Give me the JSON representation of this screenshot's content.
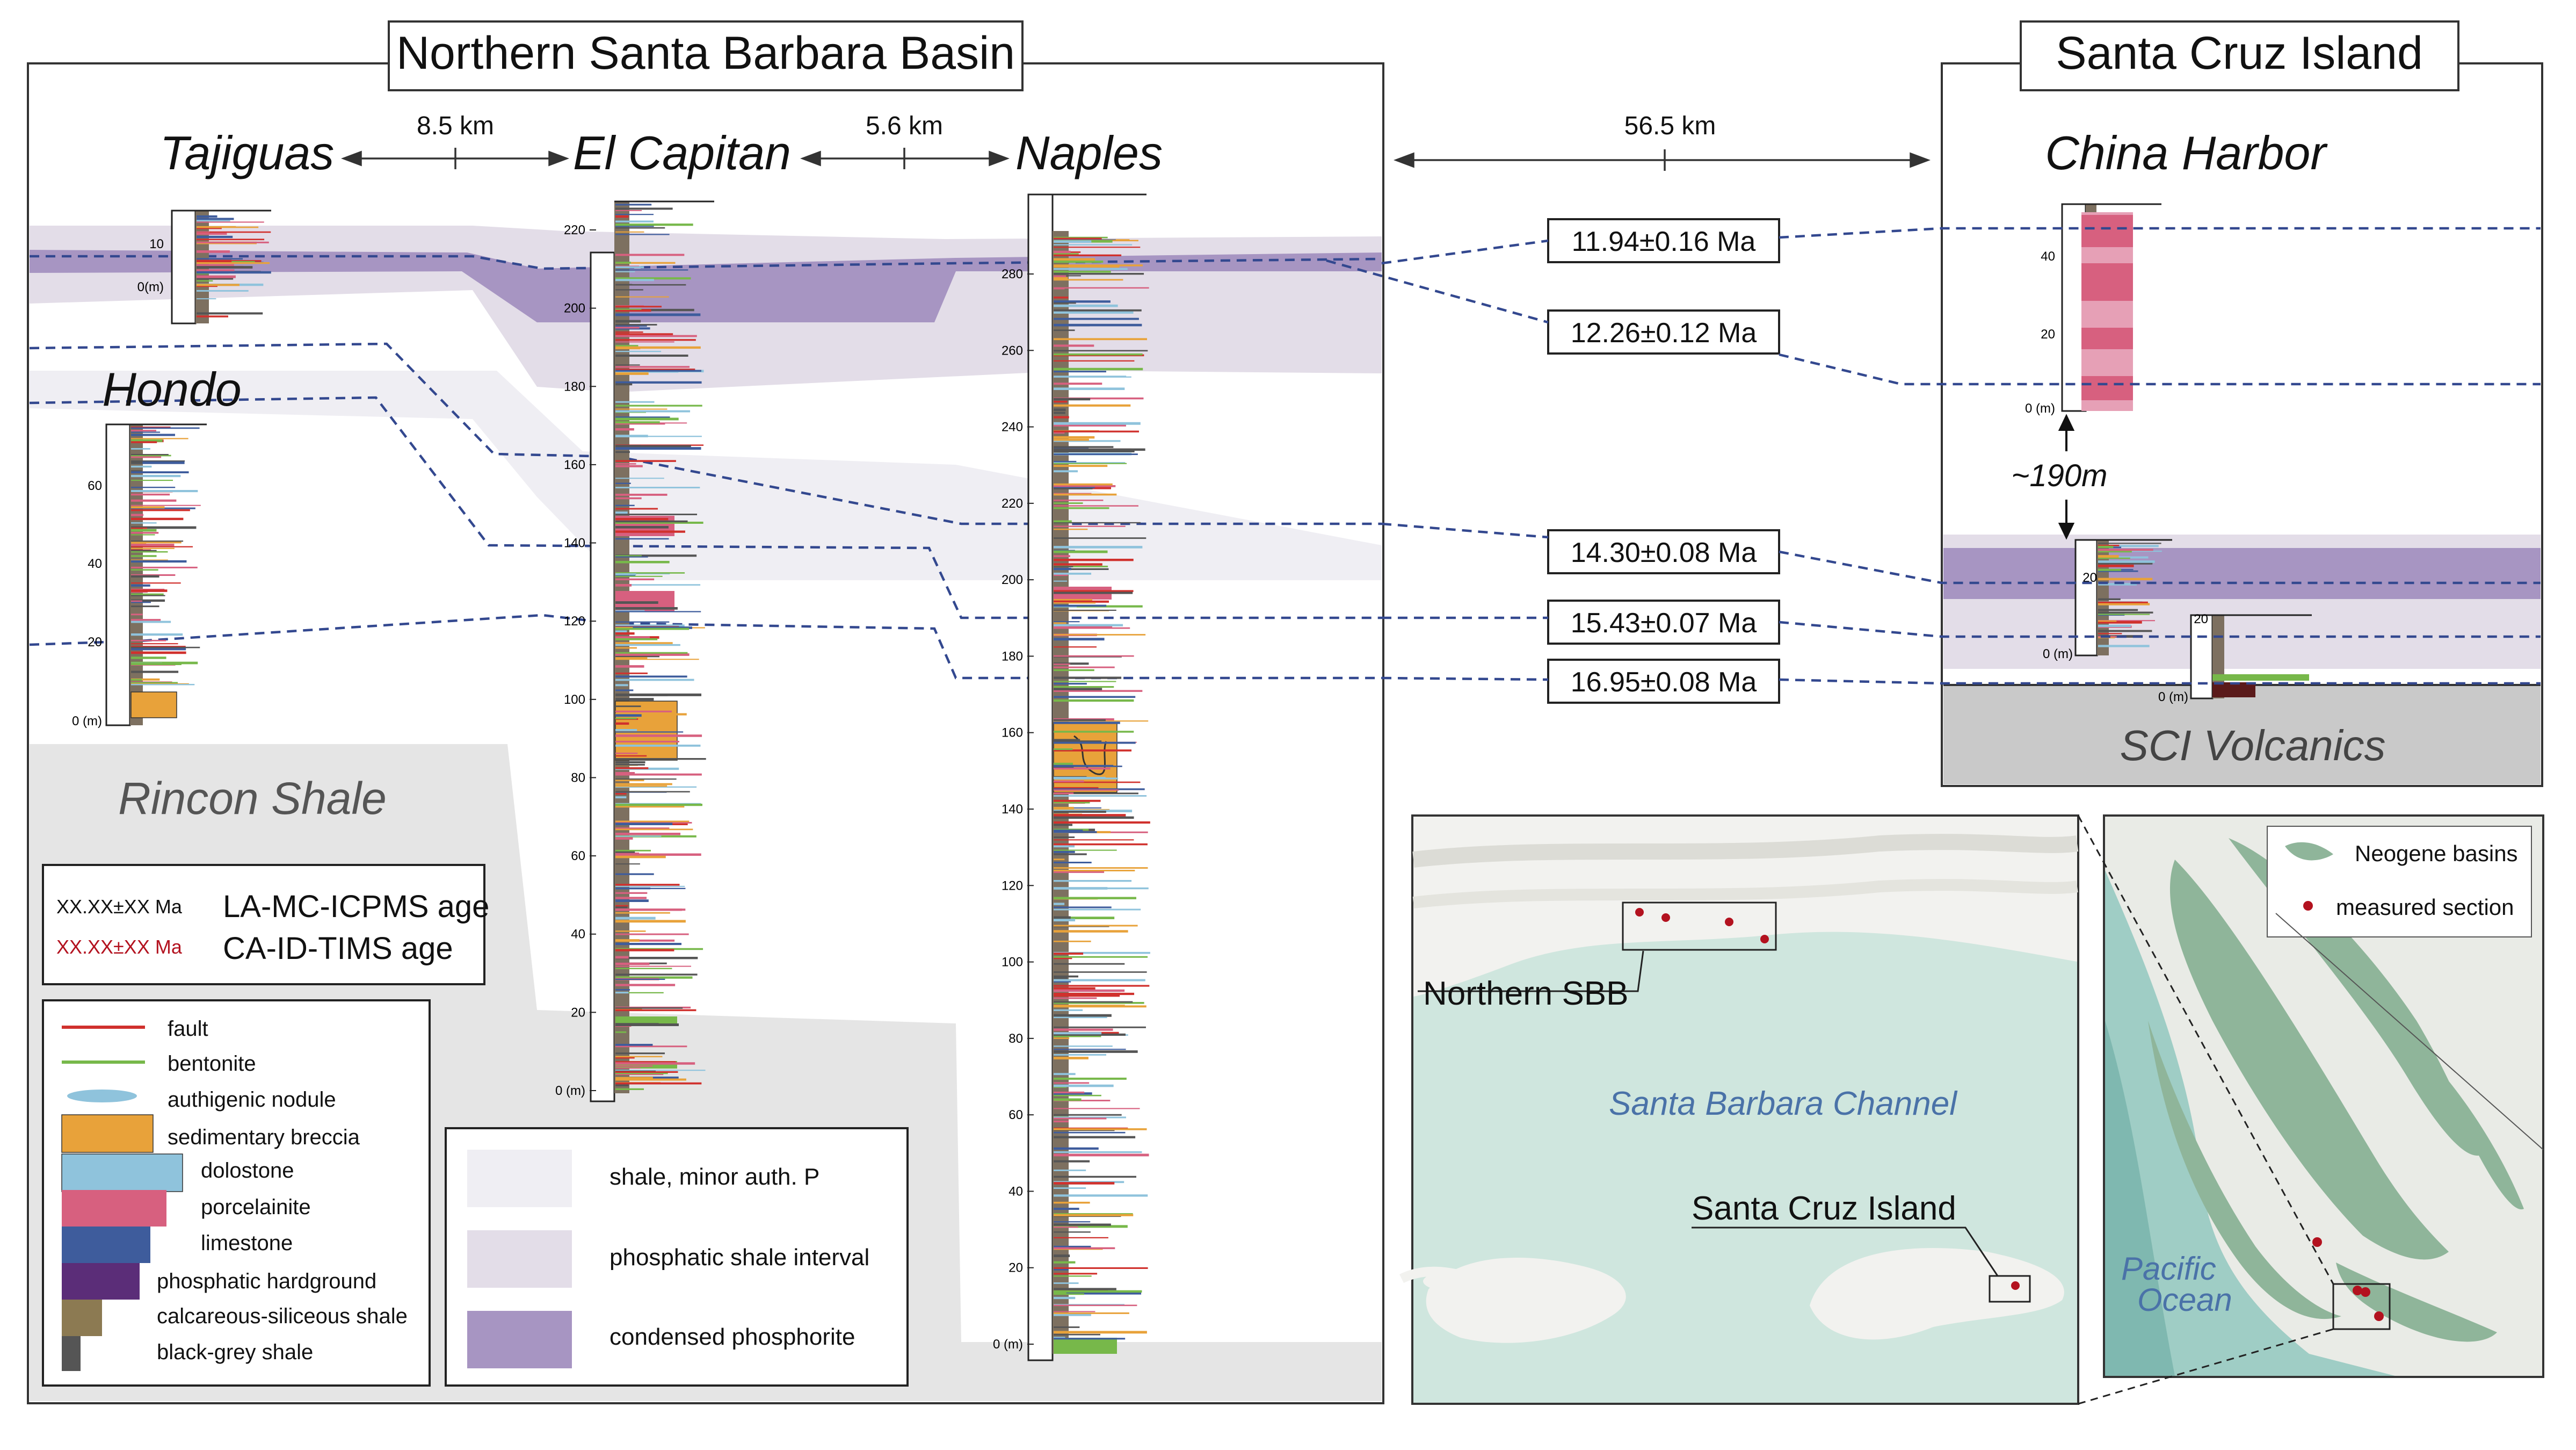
{
  "panels": {
    "northern_title": "Northern Santa Barbara Basin",
    "island_title": "Santa Cruz Island"
  },
  "sections": {
    "tajiguas": "Tajiguas",
    "el_capitan": "El Capitan",
    "naples": "Naples",
    "china_harbor": "China Harbor",
    "hondo": "Hondo"
  },
  "distances": {
    "taj_elcap": "8.5 km",
    "elcap_naples": "5.6 km",
    "naples_china": "56.5 km"
  },
  "ages": [
    "11.94±0.16 Ma",
    "12.26±0.12 Ma",
    "14.30±0.08 Ma",
    "15.43±0.07 Ma",
    "16.95±0.08 Ma"
  ],
  "gap_label": "~190m",
  "units": {
    "rincon": "Rincon Shale",
    "sci_volcanics": "SCI Volcanics"
  },
  "age_legend": {
    "sample_black": "XX.XX±XX Ma",
    "label_black": "LA-MC-ICPMS age",
    "sample_red": "XX.XX±XX Ma",
    "label_red": "CA-ID-TIMS age"
  },
  "lith_legend": [
    "fault",
    "bentonite",
    "authigenic nodule",
    "sedimentary breccia",
    "dolostone",
    "porcelainite",
    "limestone",
    "phosphatic hardground",
    "calcareous-siliceous shale",
    "black-grey shale"
  ],
  "interval_legend": [
    "shale, minor auth. P",
    "phosphatic shale interval",
    "condensed phosphorite"
  ],
  "map": {
    "northern_sbb": "Northern SBB",
    "channel": "Santa Barbara Channel",
    "sci": "Santa Cruz Island",
    "ocean_1": "Pacific",
    "ocean_2": "Ocean",
    "legend_basins": "Neogene basins",
    "legend_section": "measured section"
  },
  "ticks": {
    "tajiguas": [
      "10",
      "0(m)"
    ],
    "hondo": [
      "60",
      "40",
      "20",
      "0 (m)"
    ],
    "el_capitan": [
      "220",
      "200",
      "180",
      "160",
      "140",
      "120",
      "100",
      "80",
      "60",
      "40",
      "20",
      "0 (m)"
    ],
    "naples": [
      "280",
      "260",
      "240",
      "220",
      "200",
      "180",
      "160",
      "140",
      "120",
      "100",
      "80",
      "60",
      "40",
      "20",
      "0 (m)"
    ],
    "china_upper": [
      "40",
      "20",
      "0 (m)"
    ],
    "china_lower_a": [
      "20",
      "0 (m)"
    ],
    "china_lower_b": [
      "20",
      "0 (m)"
    ]
  },
  "colors": {
    "shale_minor": "#efeef3",
    "phosphatic_interval": "#e3dde8",
    "condensed": "#a795c2",
    "rincon": "#e5e5e5",
    "volcanics": "#c9c9c9",
    "breccia": "#e8a23a",
    "dolostone": "#8fc3dc",
    "porcelainite": "#d7607f",
    "limestone": "#3e5c9c",
    "hardground": "#5b2d78",
    "calc_shale": "#8c7a52",
    "black_shale": "#555555",
    "bentonite": "#77b84a",
    "fault": "#d0312d",
    "correlation": "#33488f",
    "sea": "#cfe6de",
    "land": "#f2f2ef",
    "basin": "#8fb59a"
  }
}
